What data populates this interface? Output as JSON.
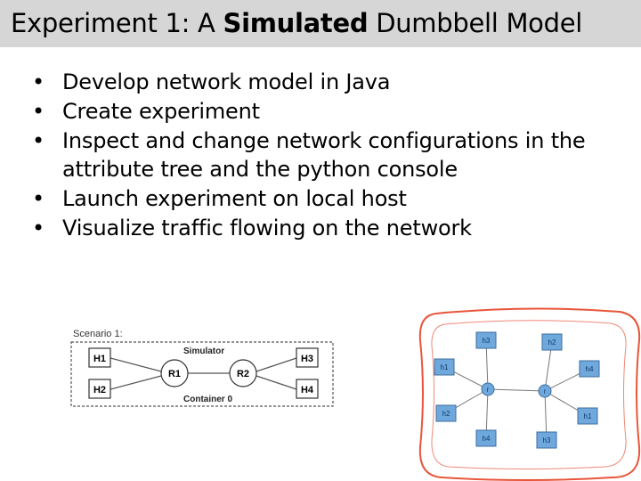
{
  "slide": {
    "title_part1": "Experiment 1: A ",
    "title_bold": "Simulated",
    "title_part2": " Dumbbell Model",
    "bullets": [
      "Develop network model in Java",
      "Create experiment",
      "Inspect and change network configurations in the attribute tree and the python console",
      "Launch experiment on local host",
      "Visualize traffic flowing on the network"
    ]
  },
  "scenario_diagram": {
    "scenario_label": "Scenario 1:",
    "simulator_label": "Simulator",
    "container_label": "Container 0",
    "hosts": [
      "H1",
      "H2",
      "H3",
      "H4"
    ],
    "routers": [
      "R1",
      "R2"
    ]
  },
  "visualizer_diagram": {
    "nodes": [
      "h3",
      "h2",
      "h1",
      "h4",
      "r",
      "r",
      "h2",
      "h1",
      "h4",
      "h3"
    ]
  },
  "colors": {
    "title_bar": "#d6d6d6",
    "visualizer_node": "#6fa8dc",
    "visualizer_boundary": "#e8553a"
  }
}
